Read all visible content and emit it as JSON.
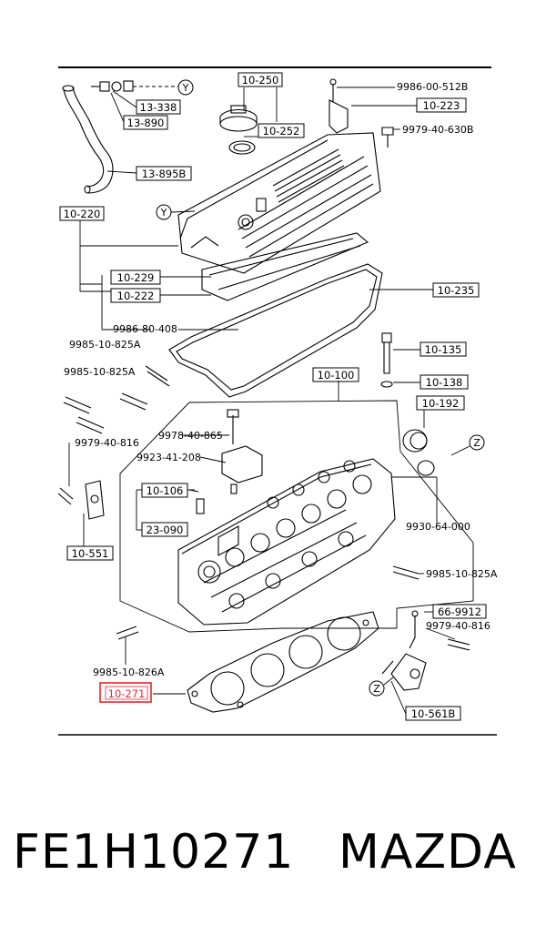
{
  "diagram": {
    "boxed_refs": {
      "r10_250": "10-250",
      "r10_252": "10-252",
      "r13_338": "13-338",
      "r13_890": "13-890",
      "r13_895B": "13-895B",
      "r10_223": "10-223",
      "r10_220": "10-220",
      "r10_229": "10-229",
      "r10_222": "10-222",
      "r10_235": "10-235",
      "r10_135": "10-135",
      "r10_100": "10-100",
      "r10_138": "10-138",
      "r10_192": "10-192",
      "r10_106": "10-106",
      "r23_090": "23-090",
      "r10_551": "10-551",
      "r66_9912": "66-9912",
      "r10_271": "10-271",
      "r10_561B": "10-561B"
    },
    "part_numbers": {
      "p9986_00_512B": "9986-00-512B",
      "p9979_40_630B": "9979-40-630B",
      "p9986_80_408": "9986-80-408",
      "p9985_10_825A_1": "9985-10-825A",
      "p9985_10_825A_2": "9985-10-825A",
      "p9979_40_816_1": "9979-40-816",
      "p9978_40_865": "9978-40-865",
      "p9923_41_208": "9923-41-208",
      "p9930_64_000": "9930-64-000",
      "p9985_10_825A_3": "9985-10-825A",
      "p9979_40_816_2": "9979-40-816",
      "p9985_10_826A": "9985-10-826A"
    },
    "view_markers": {
      "y": "Y",
      "z": "Z"
    },
    "highlight_color": "#e8262d"
  },
  "caption": {
    "part_number": "FE1H10271",
    "brand": "MAZDA"
  }
}
